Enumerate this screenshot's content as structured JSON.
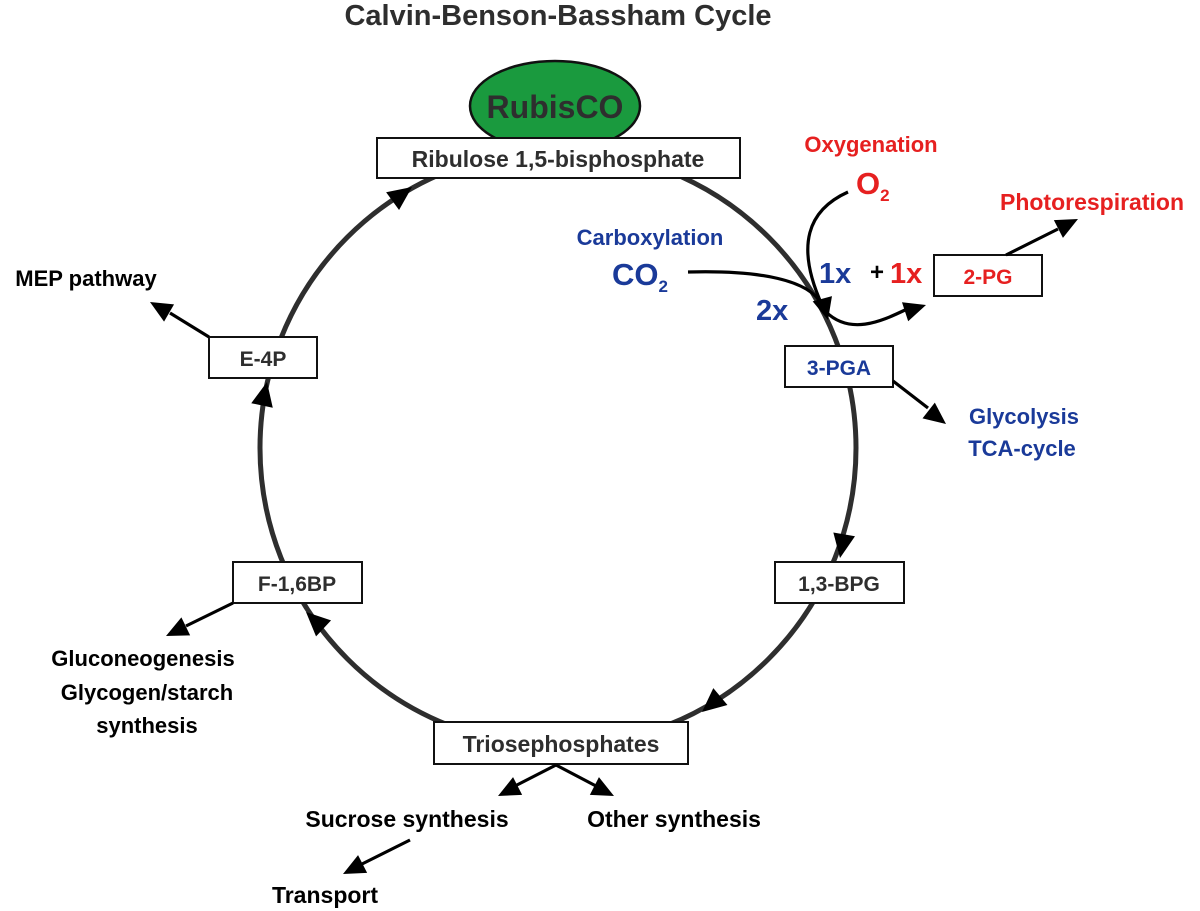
{
  "title": "Calvin-Benson-Bassham Cycle",
  "enzyme": "RubisCO",
  "colors": {
    "enzyme_fill": "#1a9a3e",
    "cycle_stroke": "#2e2e2e",
    "carboxylation_blue": "#1a3a99",
    "oxygenation_red": "#e62020"
  },
  "metabolites": {
    "rubp": "Ribulose 1,5-bisphosphate",
    "pga": "3-PGA",
    "bpg": "1,3-BPG",
    "triose": "Triosephosphates",
    "fbp": "F-1,6BP",
    "e4p": "E-4P",
    "pg2": "2-PG"
  },
  "reactions": {
    "carboxylation_label": "Carboxylation",
    "co2_main": "CO",
    "co2_sub": "2",
    "oxygenation_label": "Oxygenation",
    "o2_main": "O",
    "o2_sub": "2",
    "stoich_2x": "2x",
    "stoich_1x_blue": "1x",
    "plus": "+",
    "stoich_1x_red": "1x"
  },
  "outputs": {
    "photorespiration": "Photorespiration",
    "glycolysis": "Glycolysis",
    "tca": "TCA-cycle",
    "mep": "MEP pathway",
    "gluconeogenesis": "Gluconeogenesis",
    "glycogen_line1": "Glycogen/starch",
    "glycogen_line2": "synthesis",
    "sucrose": "Sucrose synthesis",
    "other": "Other synthesis",
    "transport": "Transport"
  }
}
